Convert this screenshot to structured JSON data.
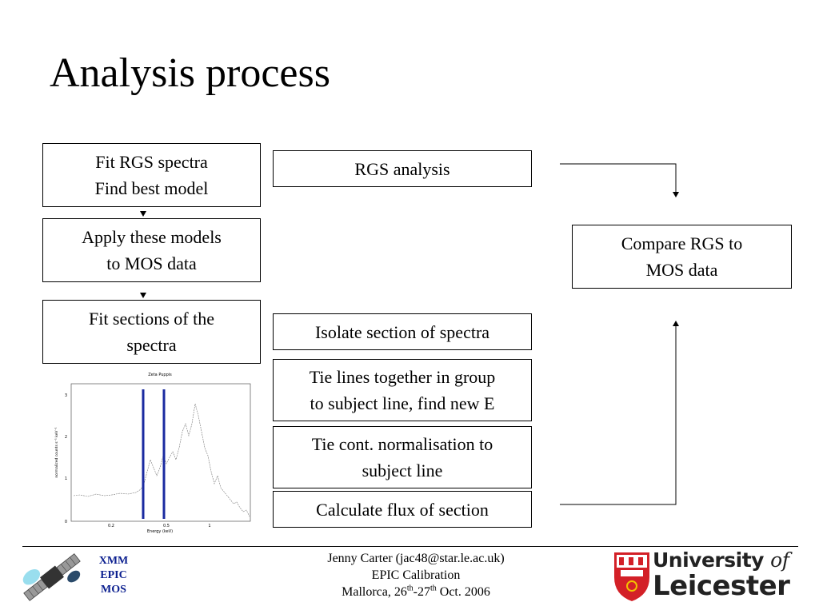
{
  "slide": {
    "title": "Analysis process"
  },
  "left_column": {
    "box1": {
      "line1": "Fit RGS spectra",
      "line2": "Find best model"
    },
    "box2": {
      "line1": "Apply these models",
      "line2": "to MOS data"
    },
    "box3": {
      "line1": "Fit sections of the",
      "line2": "spectra"
    }
  },
  "middle_column": {
    "rgs_analysis": "RGS analysis",
    "isolate": "Isolate section of spectra",
    "tie_lines": {
      "line1": "Tie lines together in group",
      "line2": "to subject line, find new E"
    },
    "tie_cont": {
      "line1": "Tie cont. normalisation to",
      "line2": "subject line"
    },
    "calc_flux": "Calculate flux of section"
  },
  "right_column": {
    "compare": {
      "line1": "Compare RGS to",
      "line2": "MOS data"
    }
  },
  "spectrum_plot": {
    "title": "Zeta Puppis",
    "xlabel": "Energy (keV)",
    "ylabel": "normalized counts s⁻¹ keV⁻¹",
    "xticks": [
      "0.2",
      "0.5",
      "1"
    ],
    "yticks": [
      "0",
      "1",
      "2",
      "3"
    ],
    "line_color": "#1a2aa0"
  },
  "footer": {
    "xmm": {
      "line1": "XMM",
      "line2": "EPIC",
      "line3": "MOS"
    },
    "credit": {
      "line1": "Jenny Carter (jac48@star.le.ac.uk)",
      "line2": "EPIC Calibration",
      "line3_a": "Mallorca, 26",
      "line3_sup1": "th",
      "line3_b": "-27",
      "line3_sup2": "th",
      "line3_c": " Oct. 2006"
    },
    "university": {
      "line1_a": "University ",
      "line1_b": "of",
      "line2": "Leicester"
    }
  }
}
